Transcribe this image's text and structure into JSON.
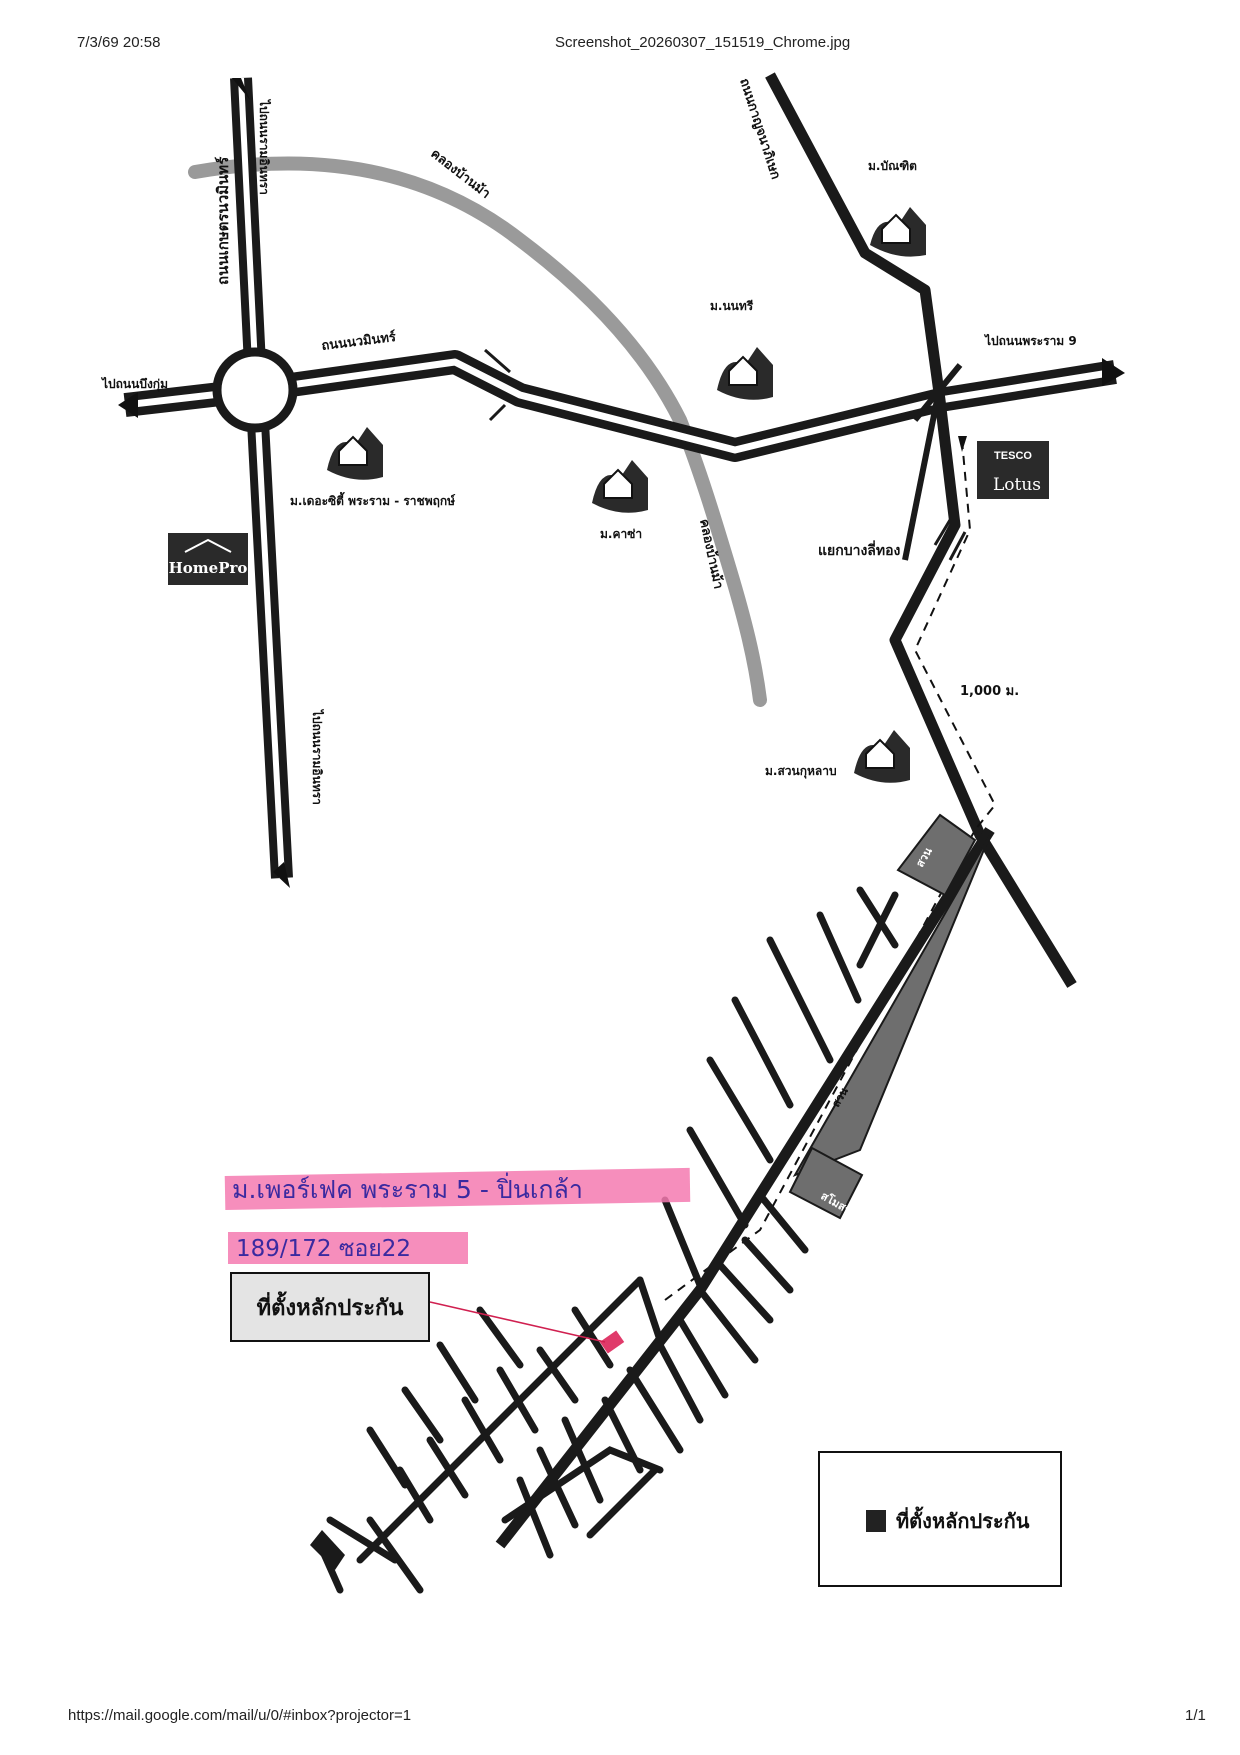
{
  "header": {
    "date_time": "7/3/69 20:58",
    "filename": "Screenshot_20260307_151519_Chrome.jpg"
  },
  "footer": {
    "url": "https://mail.google.com/mail/u/0/#inbox?projector=1",
    "page": "1/1"
  },
  "map": {
    "road_labels": {
      "kaset_nawamin_vertical": "ถนนเกษตรนวมินทร์",
      "to_ramintra_top": "ไปถนนรามอินทรา",
      "to_ramintra_bottom": "ไปถนนรามอินทรา",
      "nawamin_road": "ถนนนวมินทร์",
      "to_bueng_kum": "ไปถนนบึงกุ่ม",
      "north_road": "ถนนกาญจนาภิเษก",
      "to_phraram": "ไปถนนพระราม 9"
    },
    "canal_labels": [
      "คลองบ้านม้า",
      "คลองบ้านม้า"
    ],
    "villages": [
      "ม.บัณฑิต",
      "ม.นนทรี",
      "ม.เดอะซิตี้ พระราม - ราชพฤกษ์",
      "ม.คาซ่า",
      "ม.สวนกุหลาบ"
    ],
    "landmarks": {
      "homepro": "HomePro",
      "tesco_top": "TESCO",
      "tesco_bottom": "Lotus",
      "junction": "แยกบางลี่ทอง",
      "distance": "1,000 ม."
    },
    "park_labels": [
      "สวน",
      "สวน",
      "สโมสร"
    ],
    "handwritten": {
      "project_name": "ม.เพอร์เฟค พระราม 5 - ปิ่นเกล้า",
      "address": "189/172 ซอย22"
    },
    "collateral_box": "ที่ตั้งหลักประกัน",
    "legend_label": "ที่ตั้งหลักประกัน"
  },
  "colors": {
    "road": "#1a1a1a",
    "canal": "#9a9a9a",
    "highlight": "#f47ab0",
    "collateral_marker": "#e03a6a",
    "park": "#6e6e6e"
  }
}
